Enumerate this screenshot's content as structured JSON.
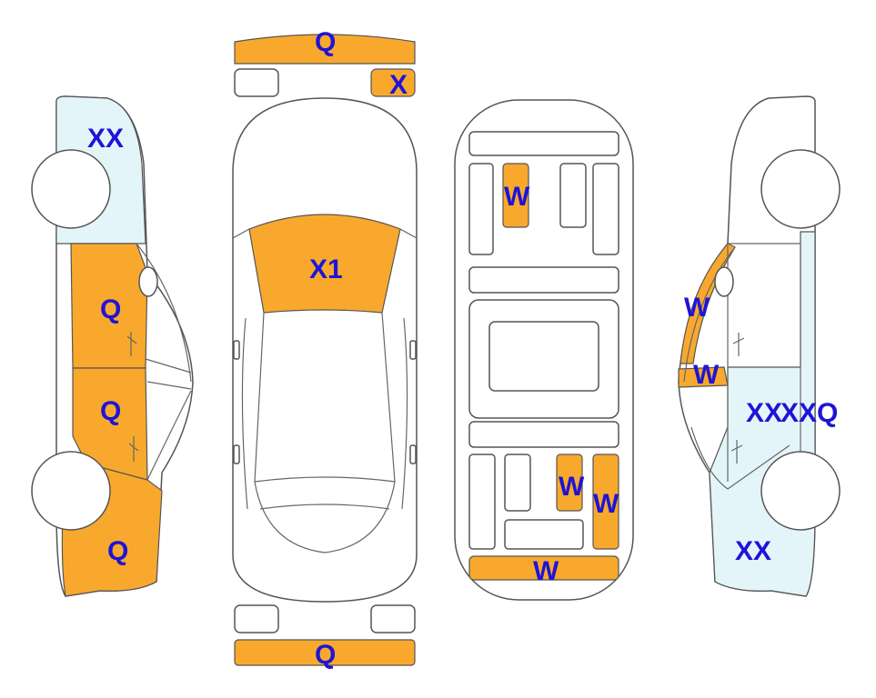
{
  "colors": {
    "orange": "#f8a92d",
    "light_blue": "#e4f5fa",
    "outline": "#555555",
    "label": "#1f14d6"
  },
  "labels": {
    "left_roof_rear": "XX",
    "left_front_door": "Q",
    "left_rear_door": "Q",
    "left_rear_quarter": "Q",
    "front_bumper": "Q",
    "front_right_small": "X",
    "hood": "X1",
    "rear_bumper": "Q",
    "interior_seat_1": "W",
    "interior_seat_2": "W",
    "interior_seat_3": "W",
    "interior_trunk": "W",
    "right_pillar_a": "W",
    "right_pillar_b": "W",
    "right_doors": "XX",
    "right_doors_2": "XXQ",
    "right_rear_quarter": "XX"
  }
}
